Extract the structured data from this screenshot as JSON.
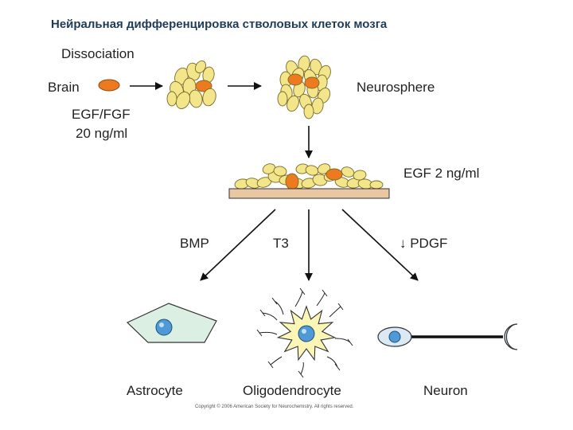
{
  "title": "Нейральная дифференцировка стволовых клеток мозга",
  "labels": {
    "dissociation": "Dissociation",
    "brain": "Brain",
    "egf_fgf": "EGF/FGF",
    "egf_fgf_dose": "20 ng/ml",
    "neurosphere": "Neurosphere",
    "egf_low": "EGF 2 ng/ml",
    "bmp": "BMP",
    "t3": "T3",
    "pdgf": "↓ PDGF",
    "astrocyte": "Astrocyte",
    "oligodendrocyte": "Oligodendrocyte",
    "neuron": "Neuron"
  },
  "copyright": "Copyright © 2006 American Society for Neurochemistry. All rights reserved.",
  "colors": {
    "cell_fill": "#f2e58a",
    "cell_stroke": "#7a6a2a",
    "progenitor_fill": "#ee7a20",
    "substrate_fill": "#e9c7a3",
    "nucleus_fill": "#4f9ad6",
    "astrocyte_fill": "#dbf0e2",
    "oligo_fill": "#fbf6b5",
    "neuron_soma_fill": "#dce9f5",
    "arrow": "#111111"
  }
}
